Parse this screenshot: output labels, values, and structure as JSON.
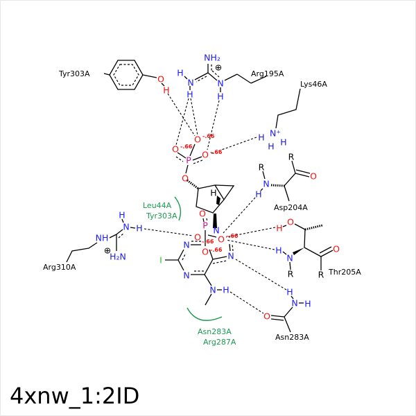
{
  "title": "4xnw_1:2ID",
  "residues": {
    "tyr303_top": "Tyr303A",
    "arg195": "Arg195A",
    "lys46": "Lys46A",
    "asp204": "Asp204A",
    "thr205": "Thr205A",
    "asn283_right": "Asn283A",
    "arg310": "Arg310A"
  },
  "hydrophobic": {
    "leu44": "Leu44A",
    "tyr303": "Tyr303A",
    "asn283": "Asn283A",
    "arg287": "Arg287A"
  },
  "atoms": {
    "O": "O",
    "H": "H",
    "N": "N",
    "P": "P",
    "R": "R",
    "I": "I",
    "NH2": "NH₂",
    "NH": "NH",
    "H2N": "H₂N",
    "Nplus": "N⁺",
    "plus": "⊕",
    "charge": "-.66"
  },
  "colors": {
    "nitrogen": "#1a1aff",
    "oxygen": "#ff0d0d",
    "phosphorus": "#d0108a",
    "iodine": "#22cc22",
    "hydrophobic": "#1a9a50"
  }
}
